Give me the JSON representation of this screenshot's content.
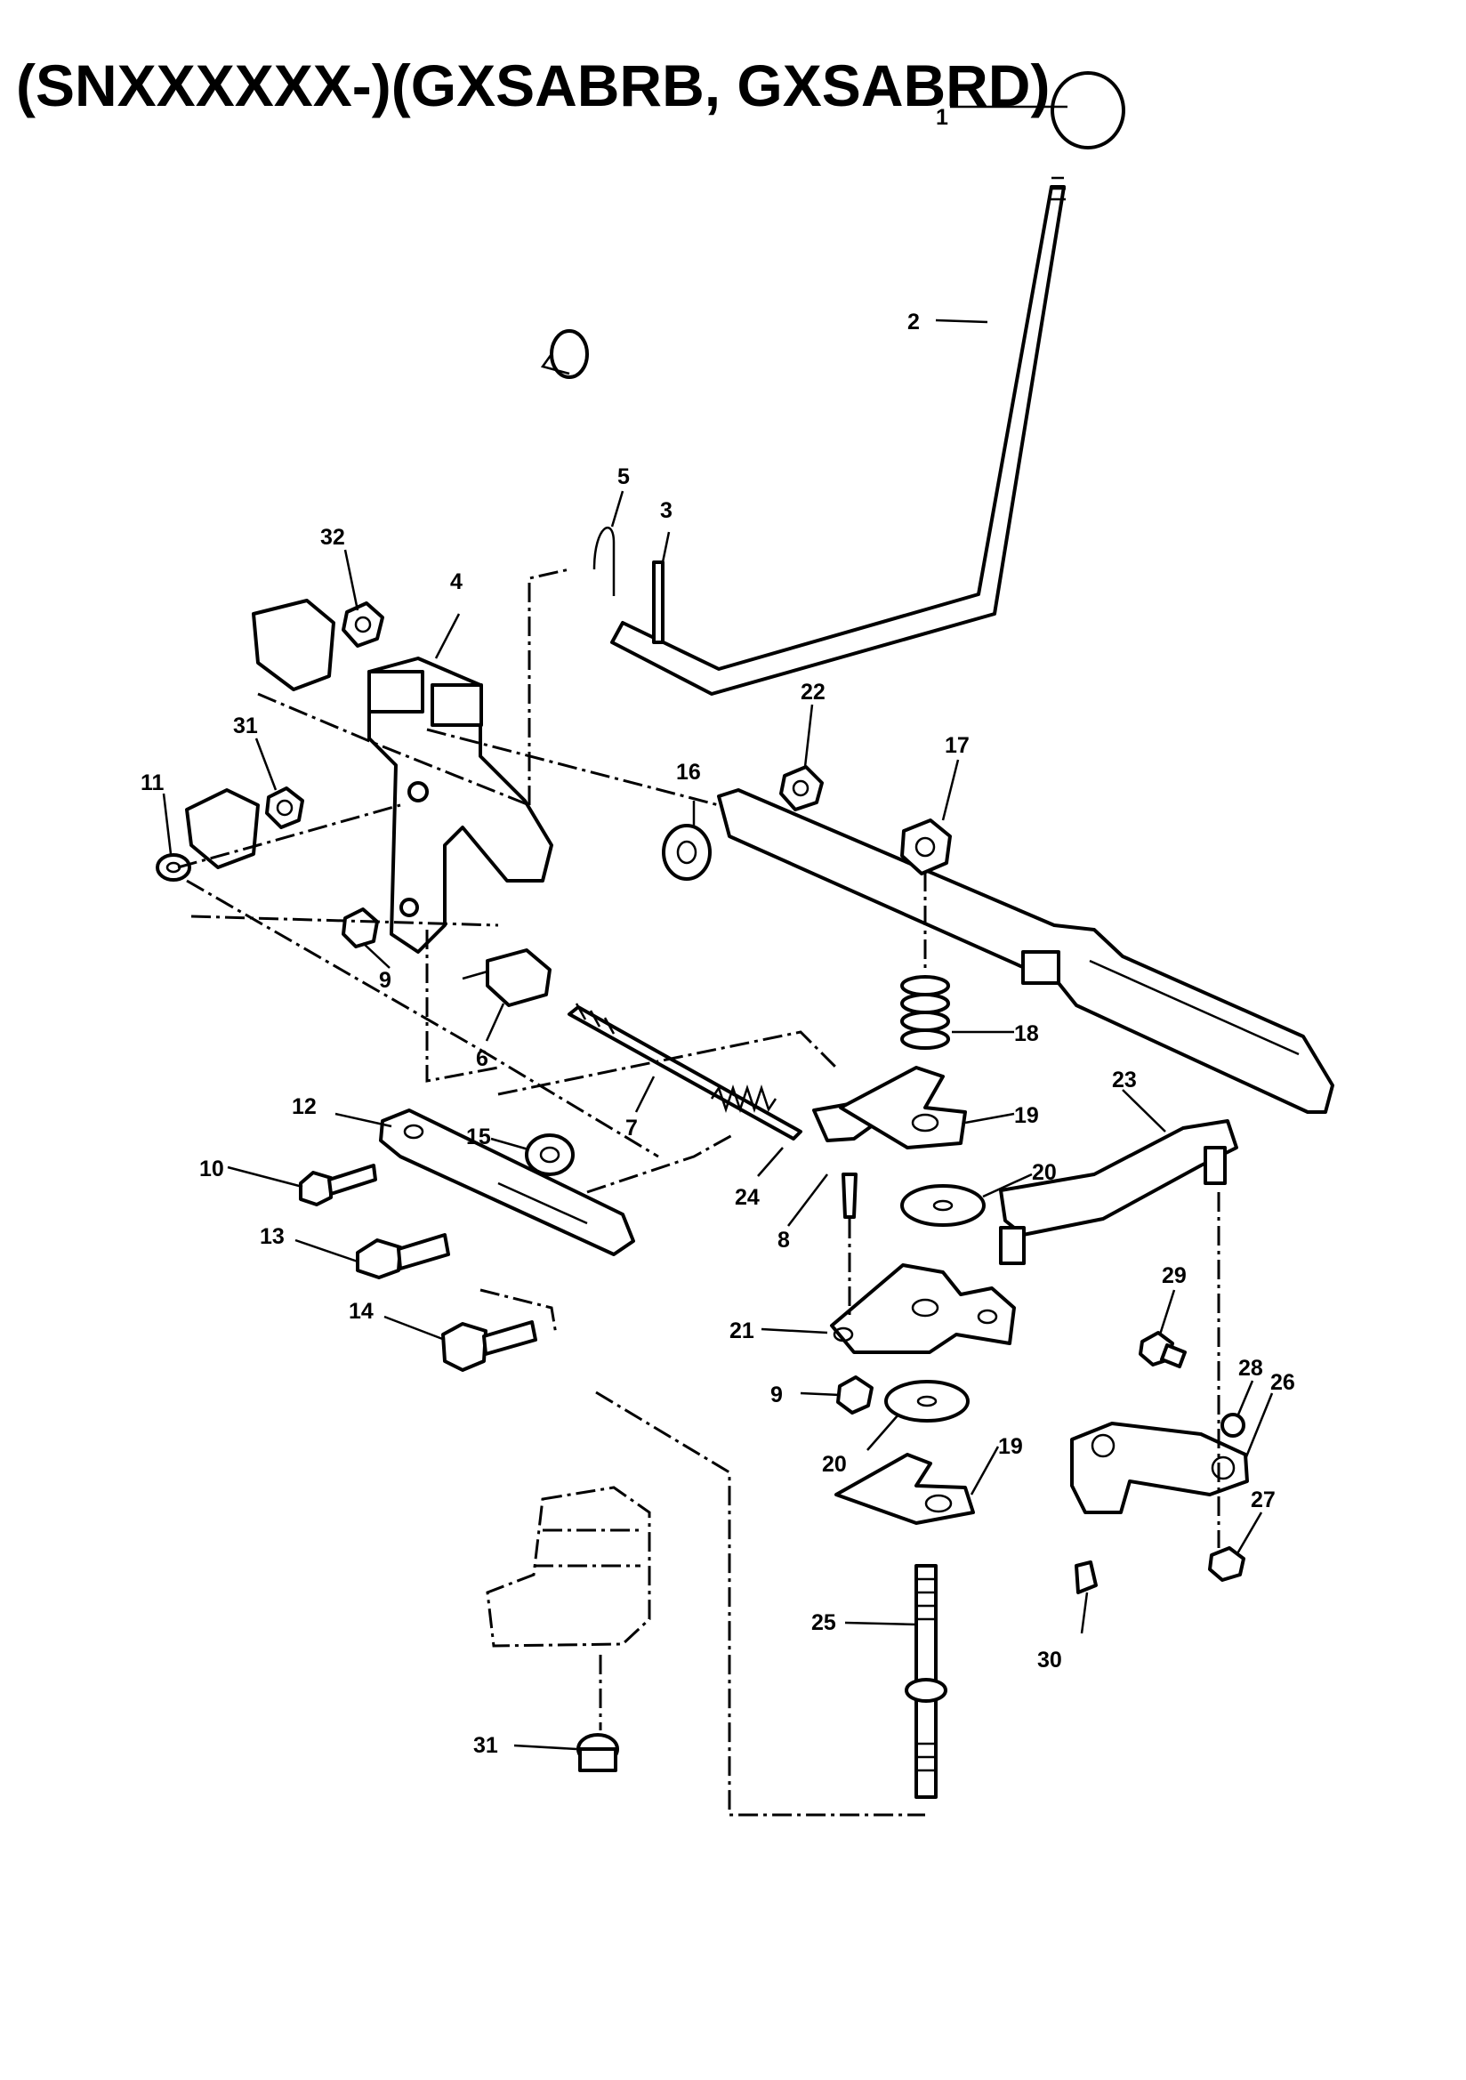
{
  "header": {
    "title": "(SNXXXXXX-)(GXSABRB, GXSABRD)"
  },
  "callouts": [
    {
      "id": "c1",
      "label": "1"
    },
    {
      "id": "c2",
      "label": "2"
    },
    {
      "id": "c3",
      "label": "3"
    },
    {
      "id": "c4",
      "label": "4"
    },
    {
      "id": "c5",
      "label": "5"
    },
    {
      "id": "c6",
      "label": "6"
    },
    {
      "id": "c7",
      "label": "7"
    },
    {
      "id": "c8",
      "label": "8"
    },
    {
      "id": "c9a",
      "label": "9"
    },
    {
      "id": "c9b",
      "label": "9"
    },
    {
      "id": "c10",
      "label": "10"
    },
    {
      "id": "c11",
      "label": "11"
    },
    {
      "id": "c12",
      "label": "12"
    },
    {
      "id": "c13",
      "label": "13"
    },
    {
      "id": "c14",
      "label": "14"
    },
    {
      "id": "c15",
      "label": "15"
    },
    {
      "id": "c16",
      "label": "16"
    },
    {
      "id": "c17",
      "label": "17"
    },
    {
      "id": "c18",
      "label": "18"
    },
    {
      "id": "c19a",
      "label": "19"
    },
    {
      "id": "c19b",
      "label": "19"
    },
    {
      "id": "c20a",
      "label": "20"
    },
    {
      "id": "c20b",
      "label": "20"
    },
    {
      "id": "c21",
      "label": "21"
    },
    {
      "id": "c22",
      "label": "22"
    },
    {
      "id": "c23",
      "label": "23"
    },
    {
      "id": "c24",
      "label": "24"
    },
    {
      "id": "c25",
      "label": "25"
    },
    {
      "id": "c26",
      "label": "26"
    },
    {
      "id": "c27",
      "label": "27"
    },
    {
      "id": "c28",
      "label": "28"
    },
    {
      "id": "c29",
      "label": "29"
    },
    {
      "id": "c30",
      "label": "30"
    },
    {
      "id": "c31a",
      "label": "31"
    },
    {
      "id": "c31b",
      "label": "31"
    },
    {
      "id": "c32",
      "label": "32"
    }
  ]
}
